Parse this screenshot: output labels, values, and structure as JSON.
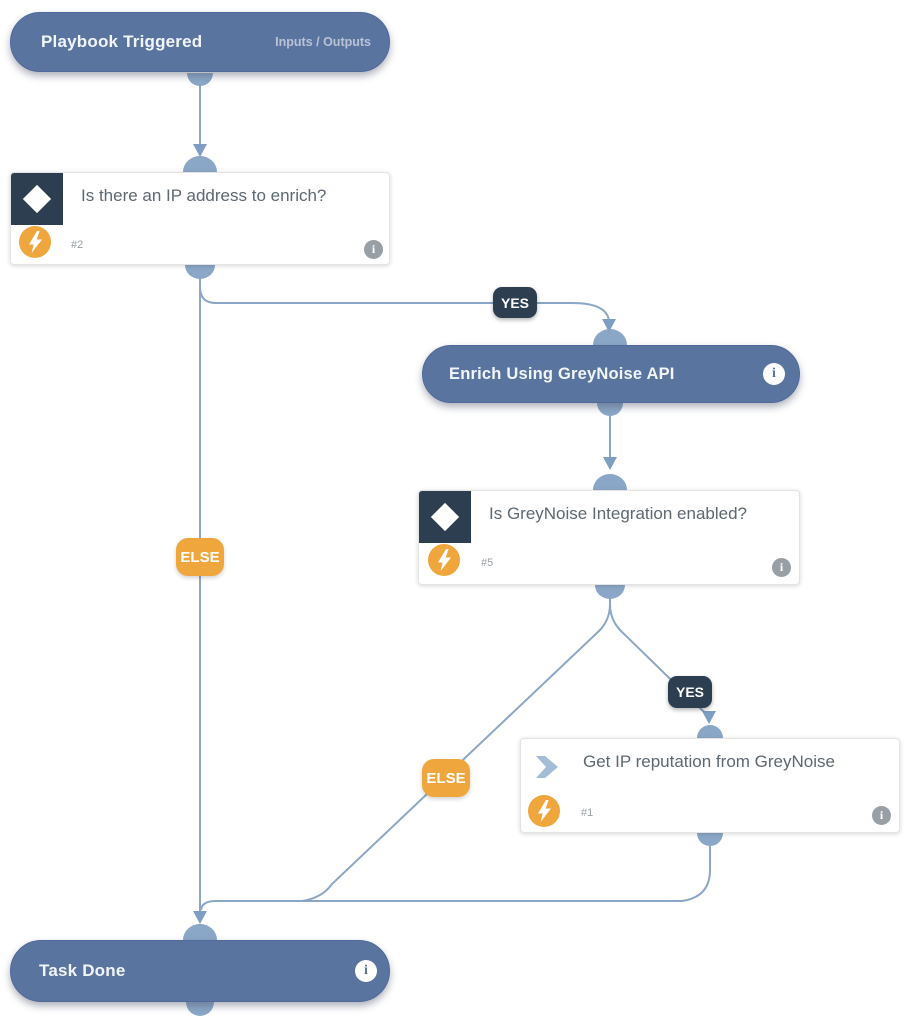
{
  "colors": {
    "node_blue": "#5a74a0",
    "connector_blue": "#8ba7c7",
    "dark_navy": "#2d3e50",
    "orange": "#efa63d",
    "card_title_gray": "#5d6872",
    "muted_gray": "#9aa0a6"
  },
  "nodes": {
    "trigger": {
      "title": "Playbook Triggered",
      "io_label": "Inputs / Outputs"
    },
    "cond_ip": {
      "title": "Is there an IP address to enrich?",
      "task_id": "#2"
    },
    "enrich": {
      "title": "Enrich Using GreyNoise API"
    },
    "cond_integration": {
      "title": "Is GreyNoise Integration enabled?",
      "task_id": "#5"
    },
    "get_reputation": {
      "title": "Get IP reputation from GreyNoise",
      "task_id": "#1"
    },
    "task_done": {
      "title": "Task Done"
    }
  },
  "edges": {
    "cond_ip_yes": "YES",
    "cond_ip_else": "ELSE",
    "cond_integration_yes": "YES",
    "cond_integration_else": "ELSE"
  },
  "icons": {
    "info_glyph": "i"
  }
}
